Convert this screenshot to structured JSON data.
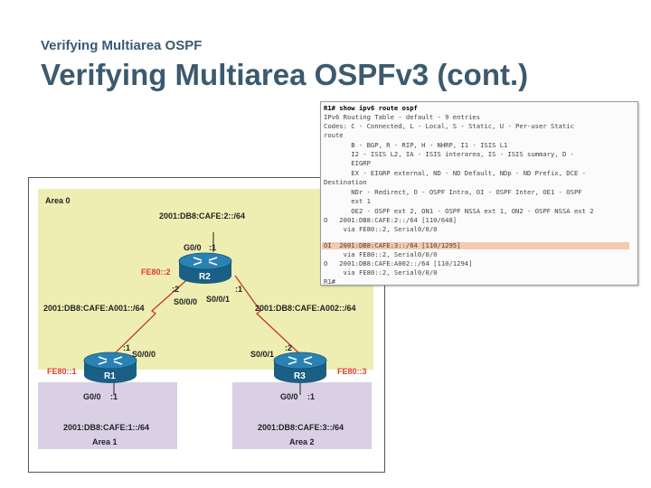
{
  "header": {
    "subtitle": "Verifying Multiarea OSPF",
    "title": "Verifying Multiarea OSPFv3 (cont.)"
  },
  "areas": {
    "area0": "Area 0",
    "area1": "Area 1",
    "area2": "Area 2"
  },
  "routers": {
    "r1": "R1",
    "r2": "R2",
    "r3": "R3"
  },
  "labels": {
    "r2_net": "2001:DB8:CAFE:2::/64",
    "r2_g00": "G0/0",
    "r2_g00_id": ":1",
    "r2_ll": "FE80::2",
    "r2_s00_id": ":2",
    "r2_s00": "S0/0/0",
    "r2_s01_id": ":1",
    "r2_s01": "S0/0/1",
    "link_a001": "2001:DB8:CAFE:A001::/64",
    "link_a002": "2001:DB8:CAFE:A002::/64",
    "r1_s00_id": ":1",
    "r1_s00": "S0/0/0",
    "r3_s01": "S0/0/1",
    "r3_s01_id": ":2",
    "r1_ll": "FE80::1",
    "r3_ll": "FE80::3",
    "r1_g00": "G0/0",
    "r1_g00_id": ":1",
    "r3_g00": "G0/0",
    "r3_g00_id": ":1",
    "r1_net": "2001:DB8:CAFE:1::/64",
    "r3_net": "2001:DB8:CAFE:3::/64"
  },
  "console": {
    "lines": [
      "R1# show ipv6 route ospf",
      "IPv6 Routing Table - default - 9 entries",
      "Codes: C - Connected, L - Local, S - Static, U - Per-user Static",
      "route",
      "       B - BGP, R - RIP, H - NHRP, I1 - ISIS L1",
      "       I2 - ISIS L2, IA - ISIS interarea, IS - ISIS summary, D -",
      "       EIGRP",
      "       EX - EIGRP external, ND - ND Default, NDp - ND Prefix, DCE -",
      "Destination",
      "       NDr - Redirect, O - OSPF Intra, OI - OSPF Inter, OE1 - OSPF",
      "       ext 1",
      "       OE2 - OSPF ext 2, ON1 - OSPF NSSA ext 1, ON2 - OSPF NSSA ext 2",
      "O   2001:DB8:CAFE:2::/64 [110/648]",
      "     via FE80::2, Serial0/0/0",
      "OI  2001:DB8:CAFE:3::/64 [110/1295]",
      "     via FE80::2, Serial0/0/0",
      "O   2001:DB8:CAFE:A002::/64 [110/1294]",
      "     via FE80::2, Serial0/0/0",
      "R1#"
    ]
  },
  "colors": {
    "area0": "#eeeeb3",
    "area_other": "#d9d0e6",
    "router": "#1f6f98",
    "serial_link": "#c0392b",
    "label_red": "#e03b2e",
    "highlight": "#f4c9ae",
    "title": "#3c5a6e"
  }
}
